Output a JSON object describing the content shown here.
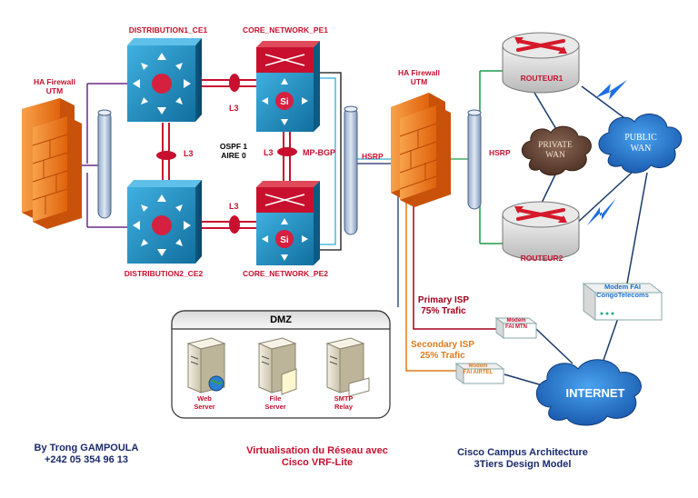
{
  "colors": {
    "switch_blue": "#1f8fc4",
    "core_red": "#c8102e",
    "firewall_orange": "#f07a1a",
    "cloud_blue": "#2d7fd0",
    "cloud_brown": "#6b4a3a",
    "purple_link": "#6a2a8a",
    "green_link": "#1f9a4a",
    "cyan_link": "#2ab0d8",
    "primary_isp": "#a3001a",
    "secondary_isp": "#e07b1a"
  },
  "nodes": {
    "fw_left": {
      "title_line1": "HA Firewall",
      "title_line2": "UTM",
      "icon": "firewall-icon"
    },
    "dist1": {
      "label": "DISTRIBUTION1_CE1",
      "icon": "switch-icon"
    },
    "dist2": {
      "label": "DISTRIBUTION2_CE2",
      "icon": "switch-icon"
    },
    "core1": {
      "label": "CORE_NETWORK_PE1",
      "icon": "core-switch-icon"
    },
    "core2": {
      "label": "CORE_NETWORK_PE2",
      "icon": "core-switch-icon"
    },
    "fw_mid": {
      "title_line1": "HA Firewall",
      "title_line2": "UTM",
      "icon": "firewall-icon"
    },
    "router1": {
      "label": "ROUTEUR1",
      "icon": "router-icon"
    },
    "router2": {
      "label": "ROUTEUR2",
      "icon": "router-icon"
    },
    "private_wan": {
      "line1": "PRIVATE",
      "line2": "WAN"
    },
    "public_wan": {
      "line1": "PUBLIC",
      "line2": "WAN"
    },
    "modem_congo": {
      "line1": "Modem FAI",
      "line2": "CongoTelecoms"
    },
    "modem_mtn": {
      "line1": "Modem",
      "line2": "FAI MTN"
    },
    "modem_airtel": {
      "line1": "Modem",
      "line2": "FAI AIRTEL"
    },
    "internet": {
      "label": "INTERNET"
    }
  },
  "link_labels": {
    "l3_top": "L3",
    "l3_mid": "L3",
    "l3_bottom": "L3",
    "l3_core": "L3",
    "ospf_line1": "OSPF 1",
    "ospf_line2": "AIRE 0",
    "mpbgp": "MP-BGP",
    "hsrp_left": "HSRP",
    "hsrp_right": "HSRP",
    "primary_isp_line1": "Primary ISP",
    "primary_isp_line2": "75% Trafic",
    "secondary_isp_line1": "Secondary ISP",
    "secondary_isp_line2": "25% Trafic"
  },
  "dmz": {
    "title": "DMZ",
    "servers": [
      {
        "line1": "Web",
        "line2": "Server",
        "icon": "web-server-icon"
      },
      {
        "line1": "File",
        "line2": "Server",
        "icon": "file-server-icon"
      },
      {
        "line1": "SMTP",
        "line2": "Relay",
        "icon": "smtp-relay-icon"
      }
    ]
  },
  "footer": {
    "author_line1": "By Trong GAMPOULA",
    "author_line2": "+242 05 354 96 13",
    "center_line1": "Virtualisation du Réseau avec",
    "center_line2": "Cisco VRF-Lite",
    "right_line1": "Cisco Campus Architecture",
    "right_line2": "3Tiers Design Model"
  }
}
